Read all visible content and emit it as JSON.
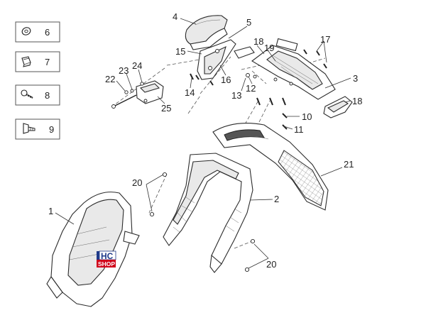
{
  "legend": [
    {
      "number": "6",
      "icon": "flat-washer-icon"
    },
    {
      "number": "7",
      "icon": "clip-nut-icon"
    },
    {
      "number": "8",
      "icon": "screw-icon"
    },
    {
      "number": "9",
      "icon": "self-tapping-screw-icon"
    }
  ],
  "callouts": {
    "c1": "1",
    "c2": "2",
    "c3": "3",
    "c4": "4",
    "c5": "5",
    "c10": "10",
    "c11": "11",
    "c12": "12",
    "c13": "13",
    "c14": "14",
    "c15": "15",
    "c16": "16",
    "c17": "17",
    "c18a": "18",
    "c18b": "18",
    "c19": "19",
    "c20a": "20",
    "c20b": "20",
    "c21": "21",
    "c22": "22",
    "c23": "23",
    "c24": "24",
    "c25": "25"
  },
  "watermark": {
    "line1": "HC",
    "line2": "SHOP",
    "colors": {
      "blue": "#1f3a8a",
      "red": "#d0021b"
    }
  }
}
